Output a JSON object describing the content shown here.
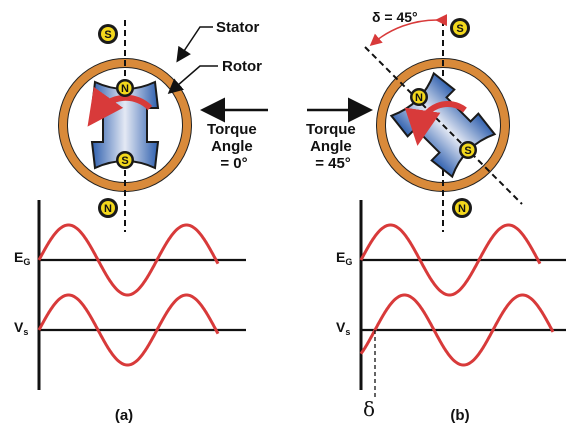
{
  "labels": {
    "stator": "Stator",
    "rotor": "Rotor",
    "torque_angle_a": [
      "Torque",
      "Angle",
      "= 0°"
    ],
    "torque_angle_b": [
      "Torque",
      "Angle",
      "= 45°"
    ],
    "delta_arc": "δ = 45°",
    "eg_base": "E",
    "eg_sub": "G",
    "vs_base": "V",
    "vs_sub": "s",
    "delta_symbol": "δ",
    "caption_a": "(a)",
    "caption_b": "(b)"
  },
  "poles": {
    "stator_top": "S",
    "stator_bottom": "N",
    "rotor_top": "N",
    "rotor_bottom": "S"
  },
  "colors": {
    "stator_ring": "#d98a3a",
    "rotor": "#2e5fae",
    "rotor_highlight": "#dfe6f2",
    "wave": "#d83a3a",
    "arrow": "#d83a3a",
    "pole_badge": "#f3d81c"
  }
}
